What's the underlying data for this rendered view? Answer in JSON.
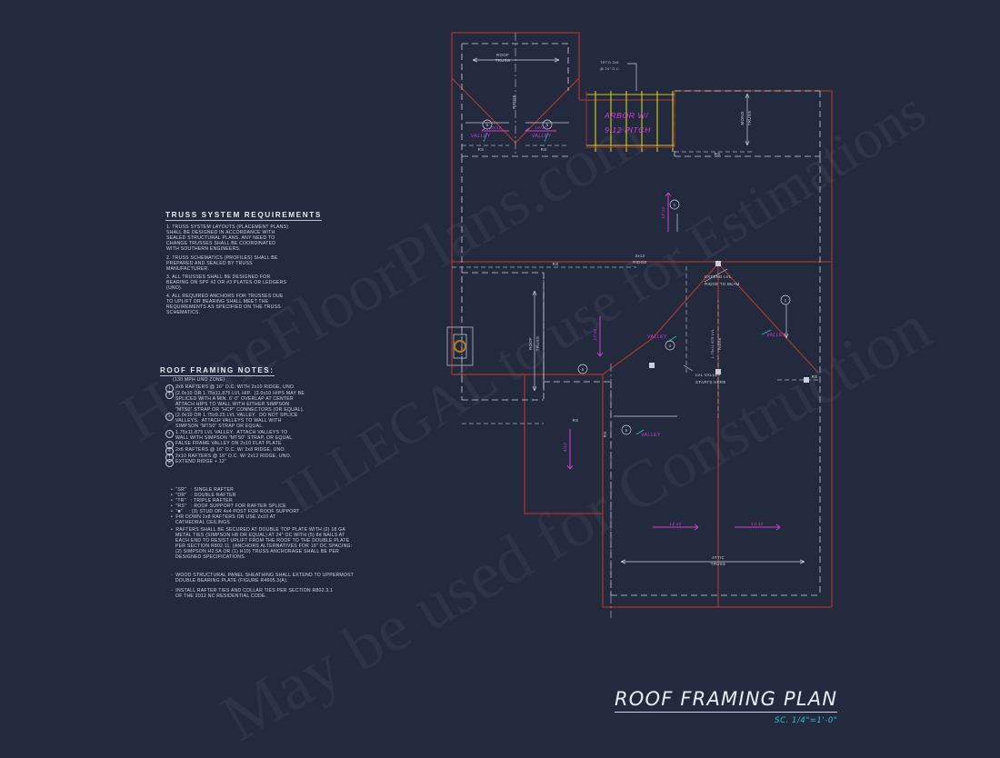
{
  "sheet": {
    "background_color": "#242a3d",
    "line_colors": {
      "roof_outline": "#c0392b",
      "dimension": "#c9cfdd",
      "pitch": "#d13fd6",
      "valley_leader": "#1fc0bd",
      "arbor_rafters": "#c9c228",
      "scale_text": "#29c3cf"
    }
  },
  "watermark": {
    "line1": "HomeFloorPlans.com",
    "line2": "ILLEGAL to use for Estimations",
    "line3": "May be used for Construction"
  },
  "truss_requirements": {
    "title": "TRUSS SYSTEM REQUIREMENTS",
    "items": [
      "1. TRUSS SYSTEM LAYOUTS (PLACEMENT PLANS)\nSHALL BE DESIGNED IN ACCORDANCE WITH\nSEALED STRUCTURAL PLANS. ANY NEED TO\nCHANGE TRUSSES SHALL BE COORDINATED\nWITH SOUTHERN ENGINEERS.",
      "2. TRUSS SCHEMATICS (PROFILES) SHALL BE\nPREPARED AND SEALED BY TRUSS\nMANUFACTURER.",
      "3. ALL TRUSSES SHALL BE DESIGNED FOR\nBEARING ON SPF #2 OR #3 PLATES OR LEDGERS\n(UNO).",
      "4. ALL REQUIRED ANCHORS FOR TRUSSES DUE\nTO UPLIFT OR BEARING SHALL MEET THE\nREQUIREMENTS AS SPECIFIED ON THE TRUSS\nSCHEMATICS."
    ]
  },
  "framing_notes": {
    "title": "ROOF FRAMING NOTES:",
    "subtitle": "(130 MPH UNO ZONE)",
    "numbered": [
      {
        "n": "1",
        "text": "2x8 RAFTERS @ 16\" O.C. WITH 2x10 RIDGE, UNO."
      },
      {
        "n": "2",
        "text": "(2.0x10 OR 1.75x11.875 LVL HIP.  (2.0x10 HIPS MAY BE\nSPLICED WITH A MIN. 6'-0\" OVERLAP AT CENTER\nATTACH HIPS TO WALL WITH EITHER SIMPSON\n\"MTS0\" STRAP OR \"HCP\" CONNECTORS (OR EQUAL)."
      },
      {
        "n": "3",
        "text": "(2.0x10 OR 1.75x9.25 LVL VALLEY.  DO NOT SPLICE\nVALLEYS.  ATTACH VALLEYS TO WALL WITH\nSIMPSON \"MTS0\" STRAP OR EQUAL."
      },
      {
        "n": "4",
        "text": "1.75x11.875 LVL VALLEY.  ATTACH VALLEYS TO\nWALL WITH SIMPSON \"MTS0\" STRAP, OR EQUAL."
      },
      {
        "n": "5",
        "text": "FALSE FRAME VALLEY ON 2x10 FLAT PLATE"
      },
      {
        "n": "6",
        "text": "2x6 RAFTERS @ 16\" O.C. W/ 2x8 RIDGE, UNO."
      },
      {
        "n": "7",
        "text": "2x10 RAFTERS @ 16\" O.C. W/ 2x12 RIDGE, UNO."
      },
      {
        "n": "8",
        "text": "EXTEND RIDGE + 12\""
      }
    ],
    "legend": [
      "•  \"SR\"   : SINGLE RAFTER",
      "•  \"DR\"   : DOUBLE RAFTER",
      "•  \"TR\"   : TRIPLE RAFTER",
      "•  \"RS\"   : ROOF SUPPORT FOR RAFTER SPLICE",
      "•  \"■\"    : (3) STUD OR 4x4 POST FOR ROOF SUPPORT"
    ],
    "bullets": [
      "•  FIR DOWN 2x8 RAFTERS OR USE 2x10 AT\n   CATHEDRAL CEILINGS",
      "•  RAFTERS SHALL BE SECURED AT DOUBLE TOP PLATE WITH (2) 18 GA\n   METAL TIES (SIMPSON H8 OR EQUAL) AT 24\" OC WITH (5) 8d NAILS AT\n   EACH END TO RESIST UPLIFT FROM THE ROOF TO THE DOUBLE PLATE\n   PER SECTION R802.11. (ANCHORS ALTERNATIVES FOR 16\" OC SPACING:\n   (2) SIMPSON H2.5A OR (1) H10) TRUSS ANCHORAGE SHALL BE PER\n   DESIGNED SPECIFICATIONS."
    ],
    "footnotes": [
      "-  WOOD STRUCTURAL PANEL SHEATHING SHALL EXTEND TO UPPERMOST\n   DOUBLE BEARING PLATE (FIGURE R4605.3(A).",
      "-  INSTALL RAFTER TIES AND COLLAR TIES PER SECTION R802.3.1\n   OF THE 2012 NC RESIDENTIAL CODE."
    ]
  },
  "plan_labels": {
    "roof_truss_top": "ROOF\nTRUSS",
    "ridge_vertical": "RIDGE",
    "pitch_10_12_left": "10/12",
    "pitch_10_12_right": "10/12",
    "valley_left": "VALLEY",
    "valley_right": "VALLEY",
    "rs_left": "RS",
    "rs_right": "RS",
    "bubble_5_a": "5",
    "bubble_5_b": "5",
    "treated_callout": "TRT'D 2x8\n@ 24\" O.C.",
    "arbor_line1": "ARBOR W/",
    "arbor_line2": "9:12 PITCH",
    "mono_truss": "MONO\nTRUSS",
    "rs_mono": "RS",
    "pitch_12_12_ne": "12:12",
    "bubble_1_ne": "1",
    "ridge_2x12": "2x12\nRIDGE",
    "rs_mid_left": "RS",
    "roof_truss_mid": "ROOF\nTRUSS",
    "pitch_12_12_mid": "12:12",
    "bubble_5_mid": "5",
    "extend_lvl": "EXTEND LVL\nRIDGE TO BEAM",
    "valley_center": "VALLEY",
    "bubble_4": "4",
    "lvl_ridge_vert": "1.75x11.875 LVL\nRIDGE",
    "lvl_valley_starts": "LVL VALLEY\nSTARTS HERE",
    "valley_east": "VALLEY",
    "bubble_1_e": "1",
    "rs_east": "RS",
    "rs_lower_mid": "RS",
    "pitch_4_12": "4/12",
    "rs_vert_lower": "RS",
    "bubble_5_lower": "5",
    "valley_lower": "VALLEY",
    "pitch_12_12_s1": "12:12",
    "pitch_12_12_s2": "12:12",
    "attic_truss": "ATTIC\nTRUSS"
  },
  "title_block": {
    "title": "ROOF FRAMING PLAN",
    "scale": "SC. 1/4\"=1'-0\""
  }
}
